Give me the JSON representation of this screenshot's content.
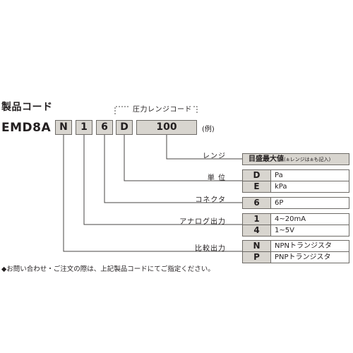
{
  "title": "製品コード",
  "model_prefix": "EMD8A",
  "code_boxes": [
    "N",
    "1",
    "6",
    "D",
    "100"
  ],
  "example_label": "(例)",
  "range_code_label": "圧力レンジコード",
  "sections": {
    "range": {
      "label": "レンジ",
      "value": "目盛最大値",
      "note": "(±レンジは±も記入)"
    },
    "unit": {
      "label": "単 位",
      "rows": [
        {
          "code": "D",
          "desc": "Pa"
        },
        {
          "code": "E",
          "desc": "kPa"
        }
      ]
    },
    "connector": {
      "label": "コネクタ",
      "rows": [
        {
          "code": "6",
          "desc": "6P"
        }
      ]
    },
    "analog_output": {
      "label": "アナログ出力",
      "rows": [
        {
          "code": "1",
          "desc": "4~20mA"
        },
        {
          "code": "4",
          "desc": "1~5V"
        }
      ]
    },
    "comparison_output": {
      "label": "比較出力",
      "rows": [
        {
          "code": "N",
          "desc": "NPNトランジスタ"
        },
        {
          "code": "P",
          "desc": "PNPトランジスタ"
        }
      ]
    }
  },
  "footer_note": "◆お問い合わせ・ご注文の際は、上記製品コードにてご指定ください。",
  "colors": {
    "box_fill": "#d8d5cf",
    "border": "#6d6a66",
    "text": "#231f20"
  }
}
